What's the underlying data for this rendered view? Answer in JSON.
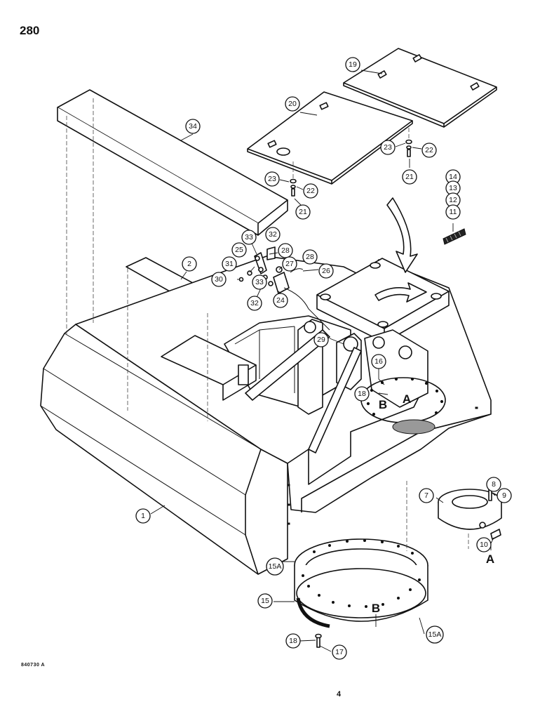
{
  "page": {
    "number": "280",
    "figure_code": "840730 A",
    "bottom_mark": "4"
  },
  "reference_letters": {
    "a": "A",
    "b": "B"
  },
  "callouts": [
    {
      "id": "c34",
      "label": "34"
    },
    {
      "id": "c20",
      "label": "20"
    },
    {
      "id": "c19",
      "label": "19"
    },
    {
      "id": "c23a",
      "label": "23"
    },
    {
      "id": "c22a",
      "label": "22"
    },
    {
      "id": "c21a",
      "label": "21"
    },
    {
      "id": "c23b",
      "label": "23"
    },
    {
      "id": "c22b",
      "label": "22"
    },
    {
      "id": "c21b",
      "label": "21"
    },
    {
      "id": "c14",
      "label": "14"
    },
    {
      "id": "c13",
      "label": "13"
    },
    {
      "id": "c12",
      "label": "12"
    },
    {
      "id": "c11",
      "label": "11"
    },
    {
      "id": "c2",
      "label": "2"
    },
    {
      "id": "c33a",
      "label": "33"
    },
    {
      "id": "c32a",
      "label": "32"
    },
    {
      "id": "c25",
      "label": "25"
    },
    {
      "id": "c28a",
      "label": "28"
    },
    {
      "id": "c27",
      "label": "27"
    },
    {
      "id": "c28b",
      "label": "28"
    },
    {
      "id": "c26",
      "label": "26"
    },
    {
      "id": "c31",
      "label": "31"
    },
    {
      "id": "c30",
      "label": "30"
    },
    {
      "id": "c33b",
      "label": "33"
    },
    {
      "id": "c32b",
      "label": "32"
    },
    {
      "id": "c24",
      "label": "24"
    },
    {
      "id": "c29",
      "label": "29"
    },
    {
      "id": "c16",
      "label": "16"
    },
    {
      "id": "c18a",
      "label": "18"
    },
    {
      "id": "c1",
      "label": "1"
    },
    {
      "id": "c7",
      "label": "7"
    },
    {
      "id": "c8",
      "label": "8"
    },
    {
      "id": "c9",
      "label": "9"
    },
    {
      "id": "c10",
      "label": "10"
    },
    {
      "id": "c15a1",
      "label": "15A"
    },
    {
      "id": "c15",
      "label": "15"
    },
    {
      "id": "c15a2",
      "label": "15A"
    },
    {
      "id": "c18b",
      "label": "18"
    },
    {
      "id": "c17",
      "label": "17"
    }
  ]
}
